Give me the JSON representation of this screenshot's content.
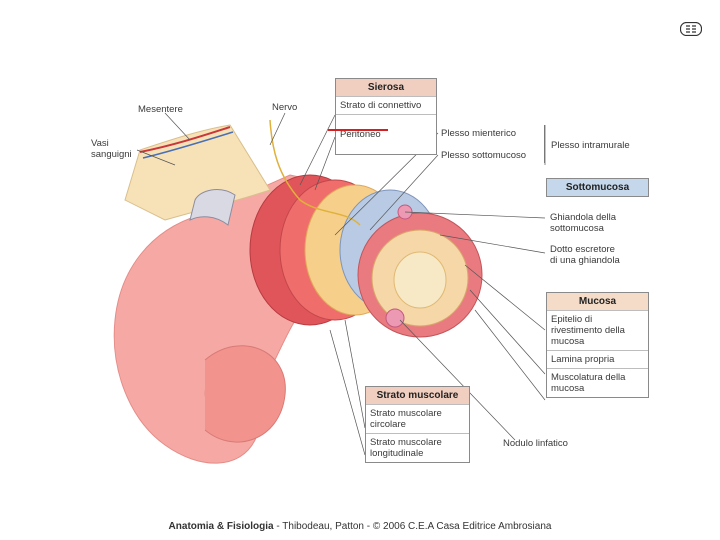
{
  "labels": {
    "mesentere": "Mesentere",
    "nervo": "Nervo",
    "vasi": "Vasi\nsanguigni",
    "plesso_mienterico": "Plesso mienterico",
    "plesso_sottomucoso": "Plesso sottomucoso",
    "plesso_intramurale": "Plesso intramurale",
    "ghiandola": "Ghiandola della\nsottomucosa",
    "dotto": "Dotto escretore\ndi una ghiandola",
    "nodulo": "Nodulo linfatico"
  },
  "sierosa": {
    "title": "Sierosa",
    "items": [
      "Strato di connettivo",
      "Peritoneo"
    ]
  },
  "sottomucosa": {
    "title": "Sottomucosa"
  },
  "mucosa": {
    "title": "Mucosa",
    "items": [
      "Epitelio di\nrivestimento della\nmucosa",
      "Lamina propria",
      "Muscolatura della\nmucosa"
    ]
  },
  "muscolare": {
    "title": "Strato muscolare",
    "items": [
      "Strato muscolare\ncircolare",
      "Strato muscolare\nlongitudinale"
    ]
  },
  "caption": {
    "bold": "Anatomia & Fisiologia",
    "rest": " - Thibodeau, Patton - © 2006 C.E.A Casa Editrice Ambrosiana"
  },
  "colors": {
    "peritoneo_underline": "#d42020"
  }
}
